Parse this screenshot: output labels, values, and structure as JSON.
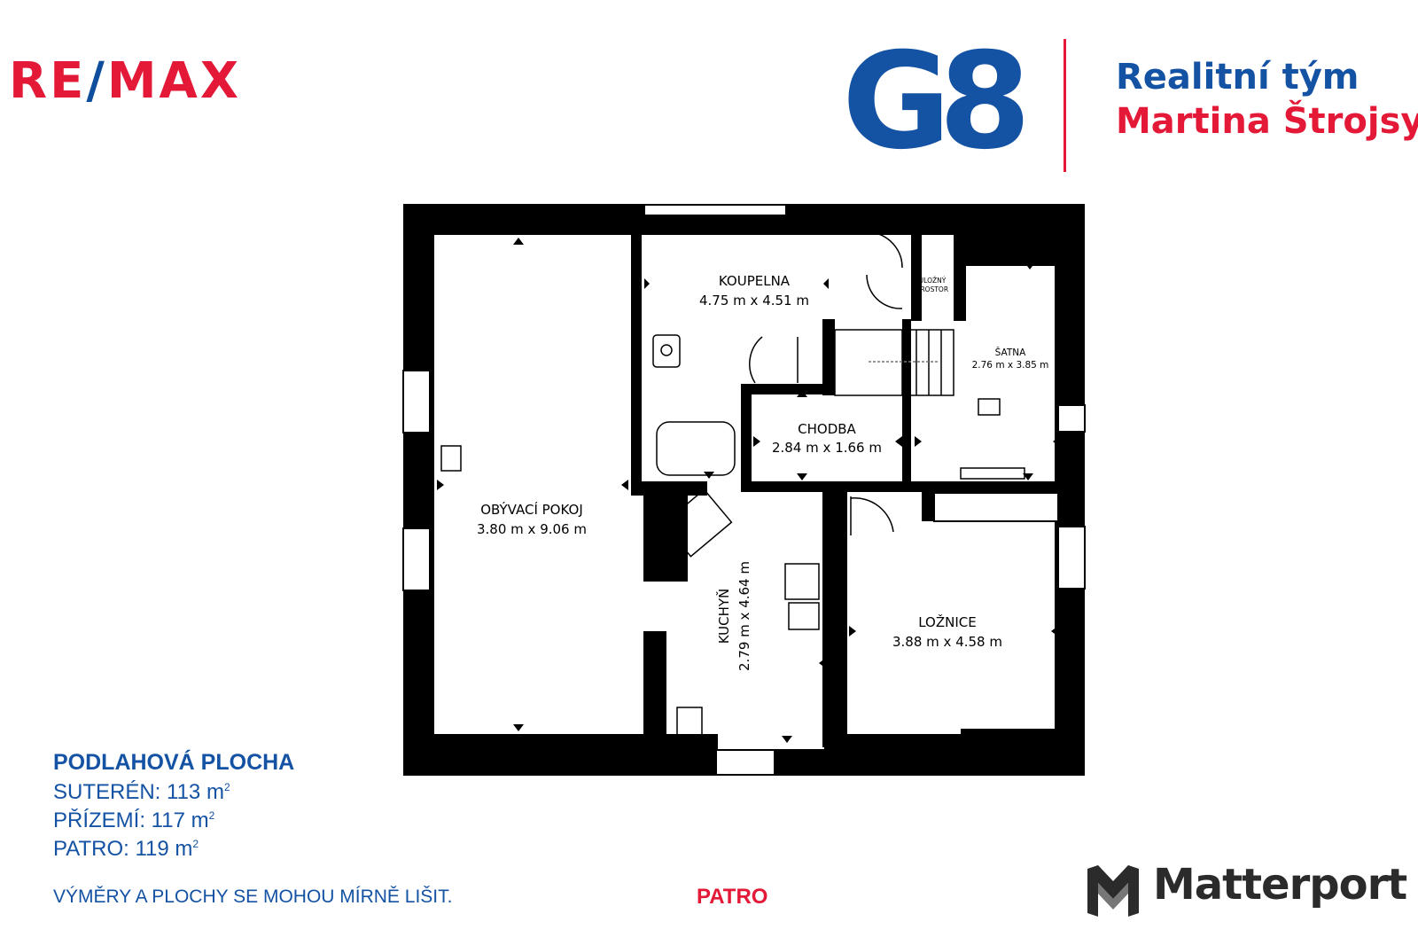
{
  "colors": {
    "remax_red": "#e31937",
    "remax_blue": "#0e4e9d",
    "g8_blue": "#1452a4",
    "team_blue": "#1452a4",
    "team_red": "#e31937",
    "wall": "#000000",
    "matterport_dark": "#2b2b2b"
  },
  "header": {
    "remax_logo": {
      "part1": "RE",
      "slash": "/",
      "part2": "MAX"
    },
    "g8_logo": "G8",
    "team_line1": "Realitní tým",
    "team_line2": "Martina Štrojsy"
  },
  "rooms": [
    {
      "id": "koupelna",
      "name": "KOUPELNA",
      "size": "4.75 m x 4.51 m"
    },
    {
      "id": "ulozny",
      "name_line1": "ÚLOŽNÝ",
      "name_line2": "PROSTOR"
    },
    {
      "id": "satna",
      "name": "ŠATNA",
      "size": "2.76 m x 3.85 m"
    },
    {
      "id": "chodba",
      "name": "CHODBA",
      "size": "2.84 m x 1.66 m"
    },
    {
      "id": "obyvaci",
      "name": "OBÝVACÍ POKOJ",
      "size": "3.80 m x 9.06 m"
    },
    {
      "id": "kuchyn",
      "name": "KUCHYŇ",
      "size": "2.79 m x 4.64 m"
    },
    {
      "id": "loznice",
      "name": "LOŽNICE",
      "size": "3.88 m x 4.58 m"
    }
  ],
  "floor_area": {
    "title": "PODLAHOVÁ PLOCHA",
    "lines": [
      {
        "label": "SUTERÉN: 113 m",
        "sup": "2"
      },
      {
        "label": "PŘÍZEMÍ: 117 m",
        "sup": "2"
      },
      {
        "label": "PATRO: 119 m",
        "sup": "2"
      }
    ]
  },
  "disclaimer": "VÝMĚRY A PLOCHY SE MOHOU MÍRNĚ LIŠIT.",
  "floor_name": "PATRO",
  "matterport": {
    "icon": "matterport-m-icon",
    "text": "Matterport"
  }
}
